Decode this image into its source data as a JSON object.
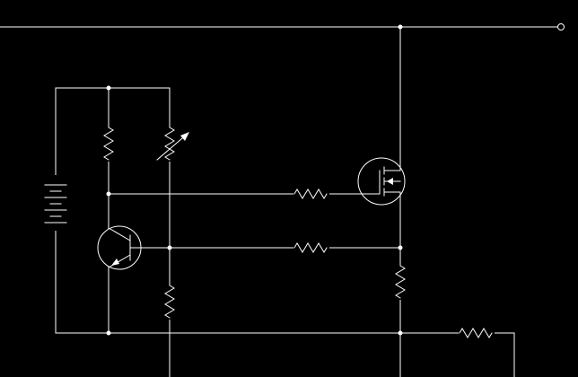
{
  "app": {
    "background_color": "#000000",
    "wire_color": "#ffffff"
  },
  "schematic": {
    "components": [
      {
        "kind": "battery",
        "icon": "battery-icon"
      },
      {
        "kind": "resistor",
        "icon": "resistor-icon"
      },
      {
        "kind": "potentiometer",
        "icon": "variable-resistor-icon"
      },
      {
        "kind": "bjt-pnp",
        "icon": "pnp-transistor-icon"
      },
      {
        "kind": "mosfet",
        "icon": "mosfet-icon"
      },
      {
        "kind": "resistor",
        "icon": "resistor-icon"
      },
      {
        "kind": "resistor",
        "icon": "resistor-icon"
      },
      {
        "kind": "resistor",
        "icon": "resistor-icon"
      },
      {
        "kind": "resistor",
        "icon": "resistor-icon"
      },
      {
        "kind": "resistor",
        "icon": "resistor-icon"
      }
    ],
    "terminal": {
      "kind": "output-terminal",
      "icon": "terminal-icon"
    }
  }
}
